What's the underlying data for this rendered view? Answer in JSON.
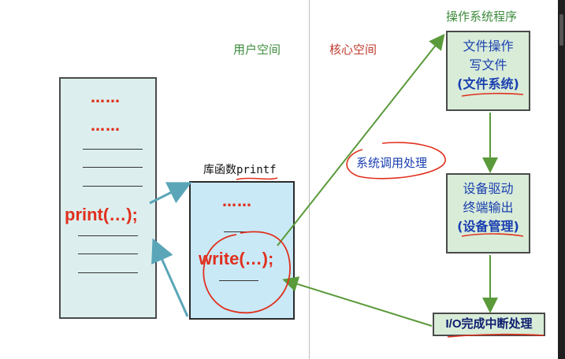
{
  "labels": {
    "user_space": "用户空间",
    "kernel_space": "核心空间",
    "os_program": "操作系统程序",
    "lib_function": "库函数printf",
    "syscall": "系统调用处理"
  },
  "program": {
    "dots1": "……",
    "dots2": "……",
    "print_call": "print(…);"
  },
  "library": {
    "dots": "……",
    "write_call": "write(…);"
  },
  "os_boxes": {
    "file_ops": [
      "文件操作",
      "写文件",
      "(文件系统)"
    ],
    "device_driver": [
      "设备驱动",
      "终端输出",
      "(设备管理)"
    ],
    "io_interrupt": "I/O完成中断处理"
  },
  "colors": {
    "user_label": "#3d8b3d",
    "kernel_label": "#c0392b",
    "code_red": "#e0301e",
    "box_text_blue": "#1a3fb0",
    "arrow_green": "#5a9a3a",
    "arrow_teal": "#5aa6b8"
  }
}
